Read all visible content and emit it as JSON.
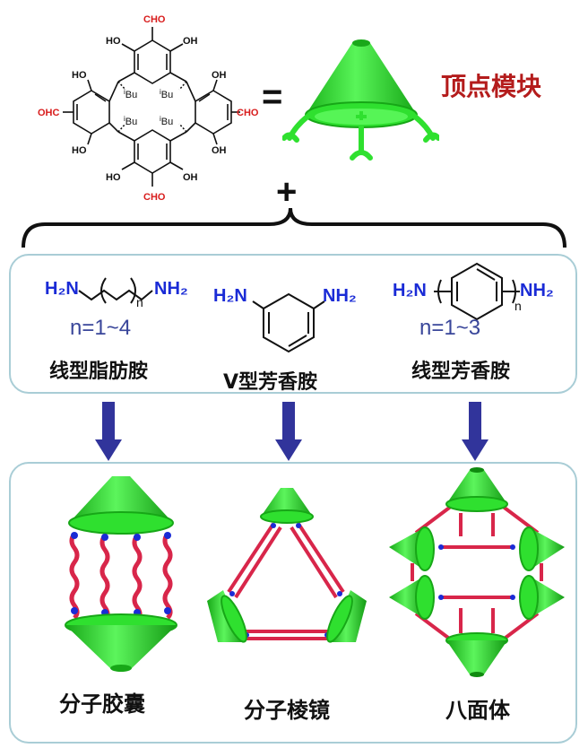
{
  "header": {
    "vertex_label": "顶点模块",
    "equals": "=",
    "plus": "+"
  },
  "calixarene": {
    "cho_top": "CHO",
    "cho_left": "OHC",
    "cho_right": "CHO",
    "cho_bottom": "CHO",
    "oh": "OH",
    "ho": "HO",
    "bu": "Bu",
    "bu_prefix": "i"
  },
  "linkers": [
    {
      "formula_left": "H₂N",
      "formula_right": "NH₂",
      "subscript": "n",
      "range": "n=1~4",
      "caption": "线型脂肪胺"
    },
    {
      "formula_left": "H₂N",
      "formula_right": "NH₂",
      "range": "",
      "caption": "V型芳香胺"
    },
    {
      "formula_left": "H₂N",
      "formula_right": "NH₂",
      "subscript": "n",
      "range": "n=1~3",
      "caption": "线型芳香胺"
    }
  ],
  "products": [
    {
      "caption": "分子胶囊"
    },
    {
      "caption": "分子棱镜"
    },
    {
      "caption": "八面体"
    }
  ],
  "colors": {
    "cone_green": "#2fe02f",
    "link_red": "#d8264a",
    "amine_blue": "#1a2bd6",
    "arrow_blue": "#31349b",
    "panel_border": "#a9cdd6",
    "cho_red": "#d81c1c"
  }
}
